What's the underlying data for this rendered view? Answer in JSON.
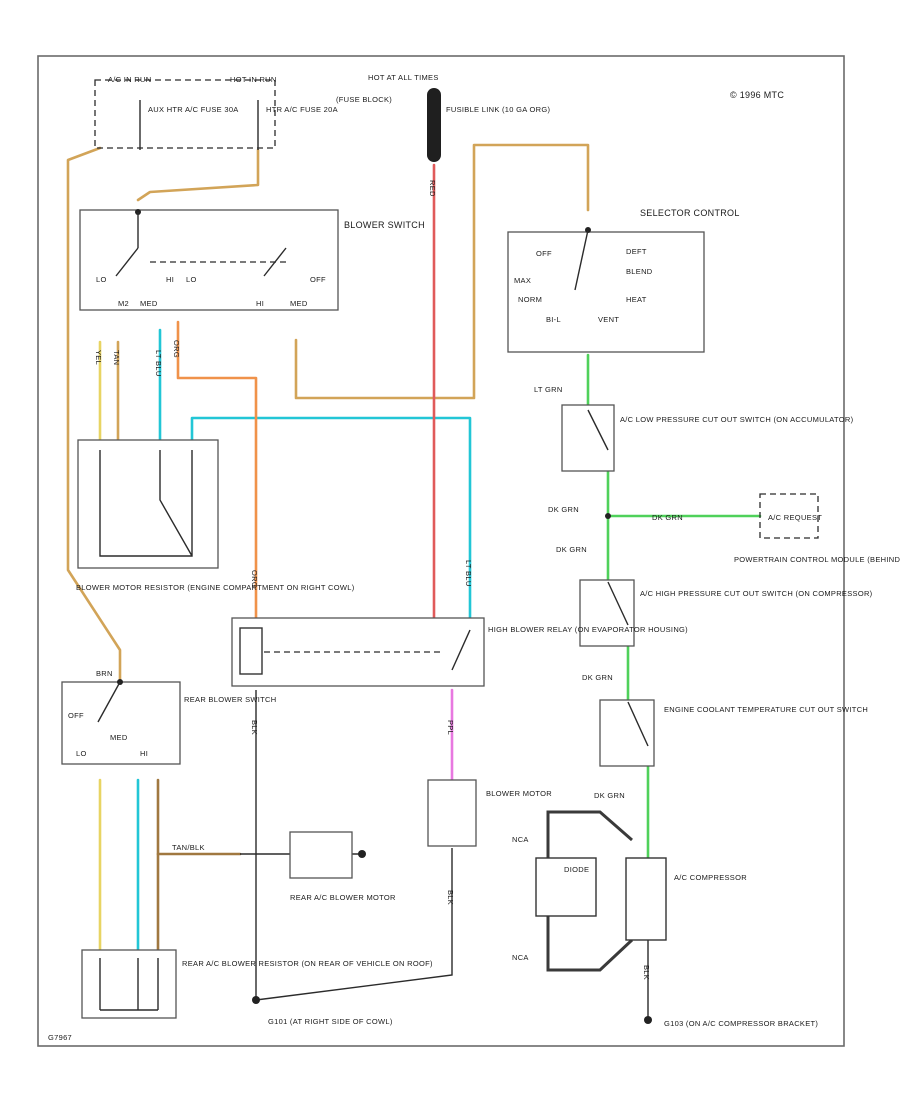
{
  "copyright": "© 1996 MTC",
  "corner_code": "G7967",
  "colors": {
    "tan": "#d2a458",
    "red": "#e05a5a",
    "blue": "#22c6d6",
    "orange": "#f0924a",
    "green": "#4fd15a",
    "yellow": "#e8d462",
    "pink": "#e878e0",
    "brown": "#a07840",
    "black": "#2b2b2b"
  },
  "fuse_block": {
    "run_left": "A/C IN RUN",
    "run_right": "HOT IN RUN",
    "fuse_left": "AUX HTR A/C FUSE 30A",
    "fuse_right": "HTR A/C FUSE 20A",
    "label": "(FUSE BLOCK)"
  },
  "fusible_link": {
    "hot": "HOT AT ALL TIMES",
    "label": "FUSIBLE LINK (10 GA ORG)"
  },
  "blower_switch": {
    "label": "BLOWER SWITCH",
    "lo_left": "LO",
    "lo_right": "LO",
    "med": "MED",
    "hi": "HI",
    "m2": "M2",
    "med2": "MED",
    "hi2": "HI",
    "off": "OFF"
  },
  "selector": {
    "label": "SELECTOR CONTROL",
    "off": "OFF",
    "max": "MAX",
    "norm": "NORM",
    "bi": "BI-L",
    "vent": "VENT",
    "heat": "HEAT",
    "defrost": "DEFT",
    "blend": "BLEND"
  },
  "wires": {
    "org1": "ORG",
    "red": "RED",
    "ltgrn": "LT GRN",
    "dkgrn1": "DK GRN",
    "dkgrn2": "DK GRN",
    "dkgrn3": "DK GRN",
    "dkgrn4": "DK GRN",
    "dkgrn5": "DK GRN",
    "ltblu": "LT BLU",
    "ltblu2": "LT BLU",
    "yel": "YEL",
    "tan": "TAN",
    "org2": "ORG",
    "blk1": "BLK",
    "blk2": "BLK",
    "blk3": "BLK",
    "ppl": "PPL",
    "brn": "BRN",
    "tan_brn": "TAN/BLK"
  },
  "components": {
    "low_pressure": "A/C LOW PRESSURE CUT OUT SWITCH (ON ACCUMULATOR)",
    "pcm": "POWERTRAIN CONTROL MODULE (BEHIND RIGHT KICK PANEL)",
    "pcm_box": "A/C REQUEST",
    "high_pressure": "A/C HIGH PRESSURE CUT OUT SWITCH (ON COMPRESSOR)",
    "coolant": "ENGINE COOLANT TEMPERATURE CUT OUT SWITCH",
    "resistor": "BLOWER MOTOR RESISTOR (ENGINE COMPARTMENT ON RIGHT COWL)",
    "relay": "HIGH BLOWER RELAY (ON EVAPORATOR HOUSING)",
    "rear_switch": "REAR BLOWER SWITCH",
    "blower_motor": "BLOWER MOTOR",
    "rear_motor": "REAR A/C BLOWER MOTOR",
    "rear_resistor": "REAR A/C BLOWER RESISTOR (ON REAR OF VEHICLE ON ROOF)",
    "diode": "DIODE",
    "compressor": "A/C COMPRESSOR",
    "g101": "G101 (AT RIGHT SIDE OF COWL)",
    "g103": "G103 (ON A/C COMPRESSOR BRACKET)",
    "nca1": "NCA",
    "nca2": "NCA",
    "rear_off": "OFF",
    "rear_lo": "LO",
    "rear_med": "MED",
    "rear_hi": "HI"
  }
}
